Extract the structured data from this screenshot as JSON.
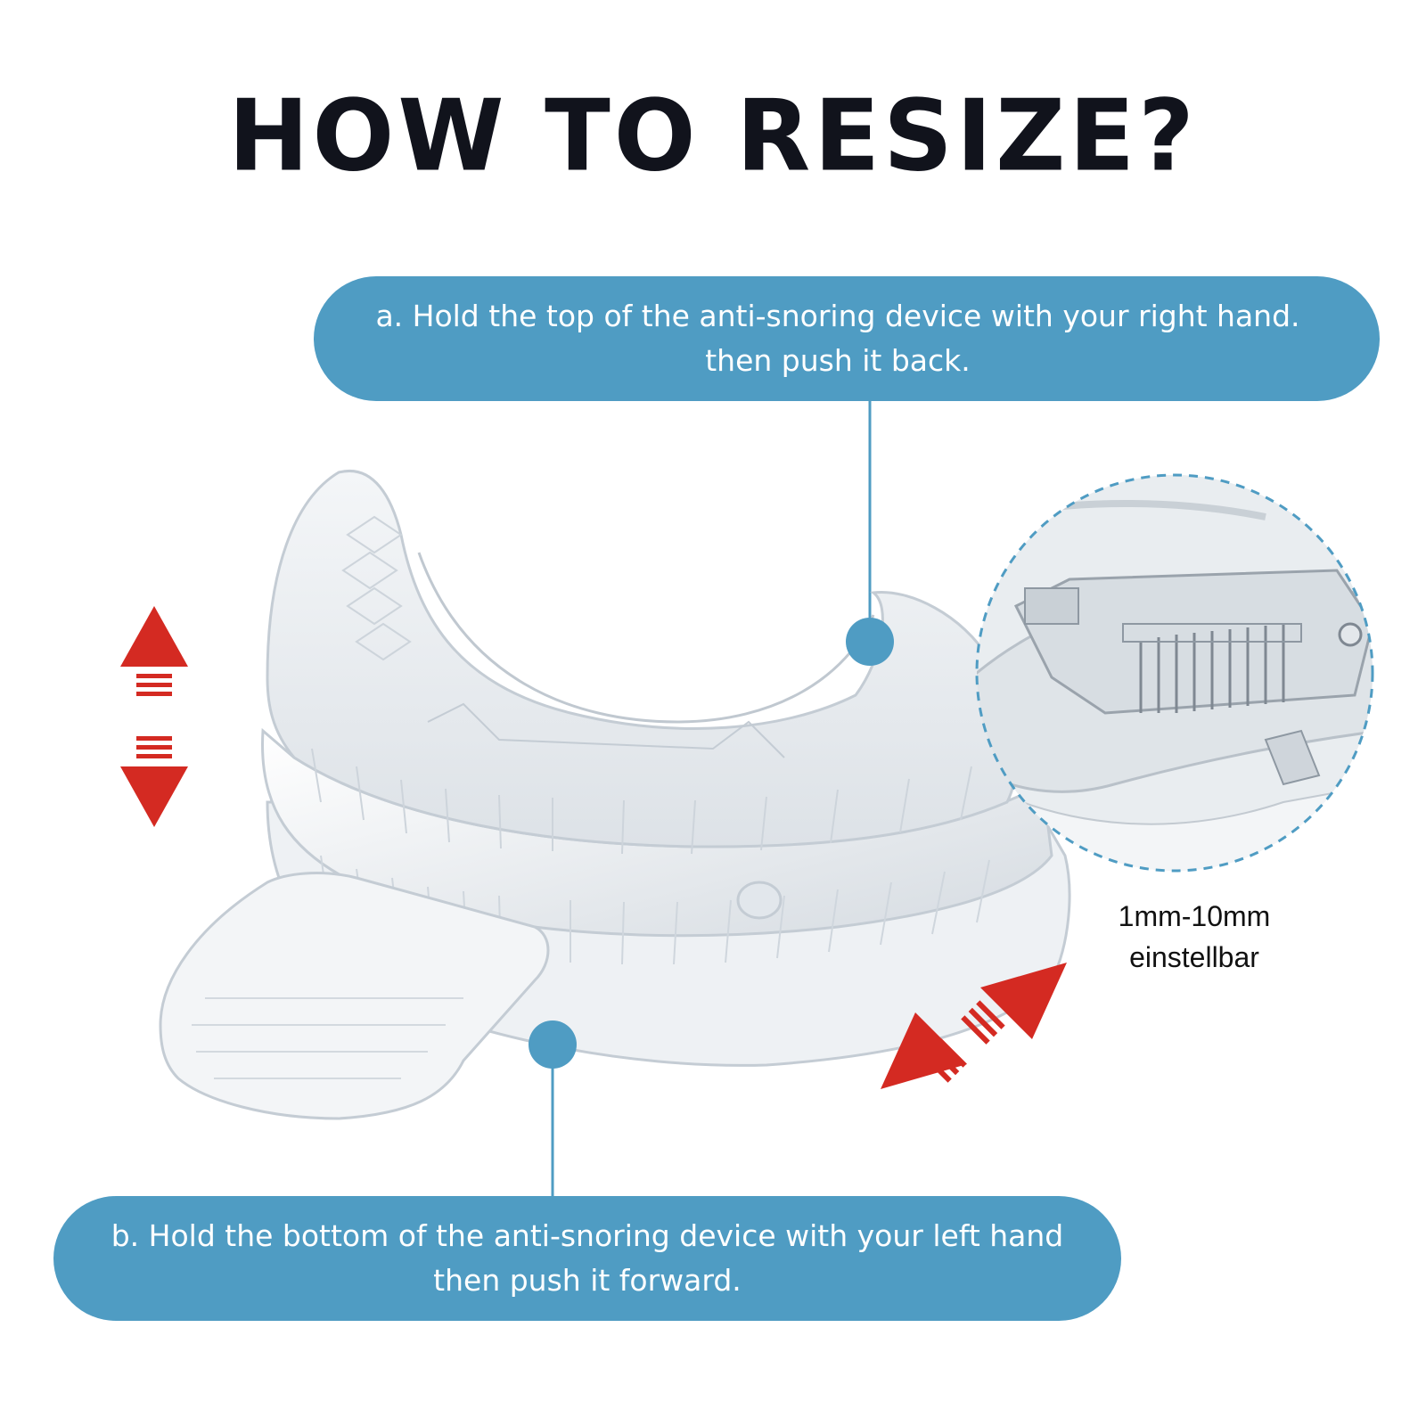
{
  "title": "HOW TO RESIZE?",
  "step_a": {
    "line1": "a. Hold the top of the anti-snoring device with your right hand.",
    "line2": "then push it back."
  },
  "step_b": {
    "line1": "b. Hold the bottom of the anti-snoring device with your left hand",
    "line2": "then push it forward."
  },
  "adjustment_note": {
    "line1": "1mm-10mm",
    "line2": "einstellbar"
  },
  "colors": {
    "accent_blue": "#4f9cc3",
    "arrow_red": "#d42a22",
    "title_dark": "#11131c"
  },
  "icons": [
    "vertical-double-arrow-icon",
    "diagonal-double-arrow-icon",
    "callout-dot-icon"
  ]
}
